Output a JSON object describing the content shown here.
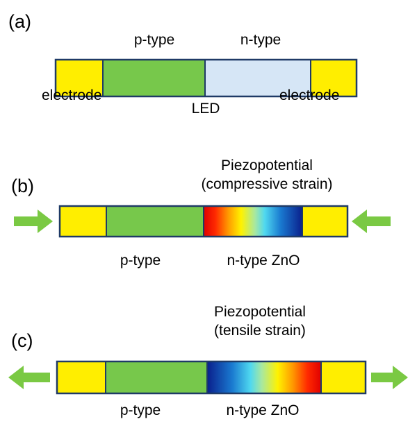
{
  "panel_a": {
    "letter": "(a)",
    "p_type": "p-type",
    "n_type": "n-type",
    "electrode_left": "electrode",
    "led": "LED",
    "electrode_right": "electrode"
  },
  "panel_b": {
    "letter": "(b)",
    "title_line1": "Piezopotential",
    "title_line2": "(compressive strain)",
    "p_type": "p-type",
    "n_type": "n-type ZnO",
    "arrow_direction": "inward"
  },
  "panel_c": {
    "letter": "(c)",
    "title_line1": "Piezopotential",
    "title_line2": "(tensile strain)",
    "p_type": "p-type",
    "n_type": "n-type ZnO",
    "arrow_direction": "outward"
  },
  "colors": {
    "electrode": "#ffee00",
    "p_region": "#77c84b",
    "n_region_a": "#d6e6f6",
    "border": "#1f3a66",
    "arrow": "#7ac943",
    "gradient_red": "#e60000",
    "gradient_yellow": "#fff000",
    "gradient_cyan": "#4fd8f0",
    "gradient_blue": "#0a1f8c"
  }
}
